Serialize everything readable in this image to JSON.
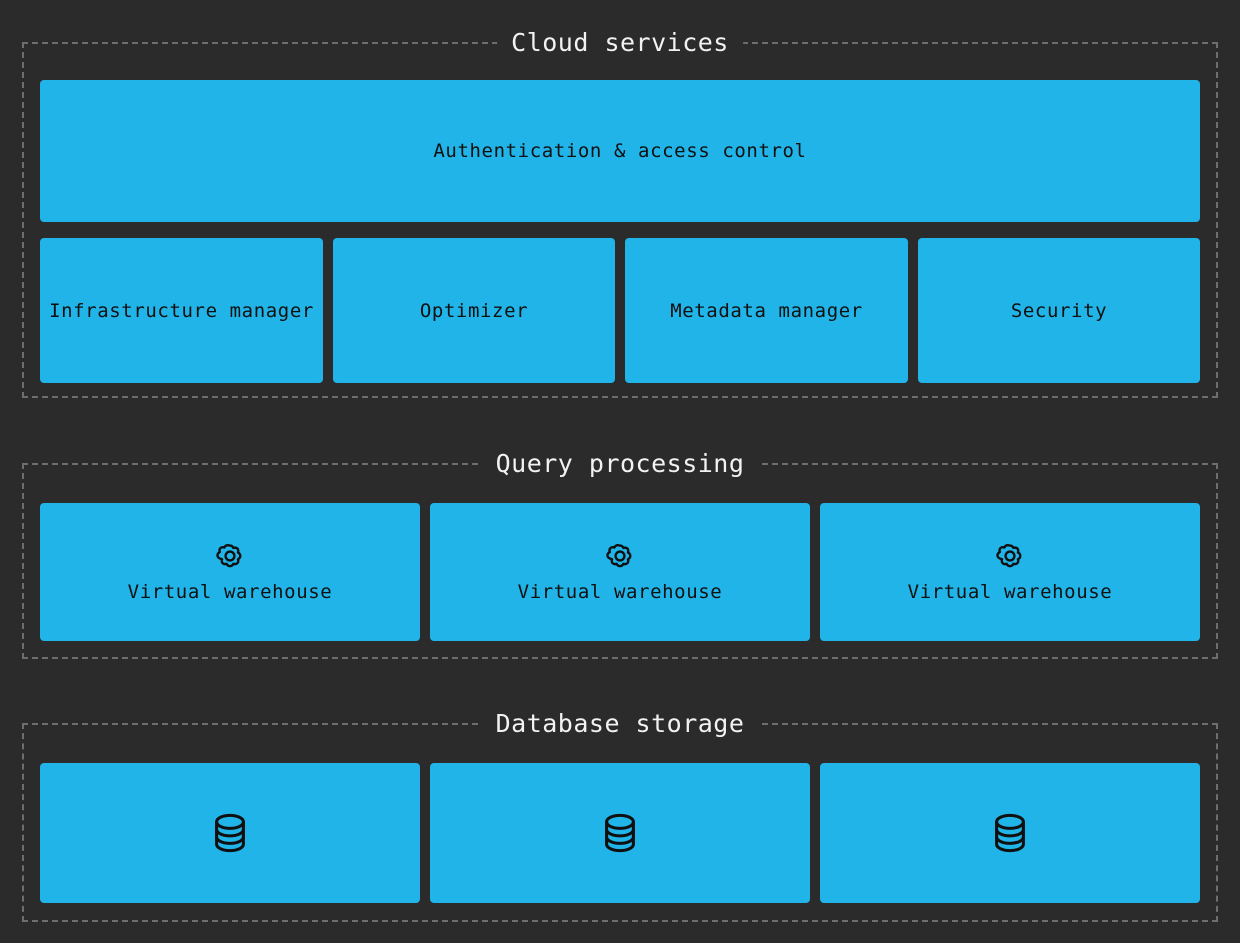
{
  "canvas": {
    "background_color": "#2b2b2b",
    "node_color": "#21b4e8",
    "border_color": "#6e6e6e",
    "title_color": "#f2f2f2",
    "label_color": "#101010"
  },
  "groups": [
    {
      "id": "cloud-services",
      "title": "Cloud services",
      "nodes": [
        {
          "id": "authentication-access-control",
          "label": "Authentication & access control",
          "icon": "none"
        },
        {
          "id": "infrastructure-manager",
          "label": "Infrastructure manager",
          "icon": "none"
        },
        {
          "id": "optimizer",
          "label": "Optimizer",
          "icon": "none"
        },
        {
          "id": "metadata-manager",
          "label": "Metadata manager",
          "icon": "none"
        },
        {
          "id": "security",
          "label": "Security",
          "icon": "none"
        }
      ]
    },
    {
      "id": "query-processing",
      "title": "Query processing",
      "nodes": [
        {
          "id": "virtual-warehouse-1",
          "label": "Virtual warehouse",
          "icon": "gear-icon"
        },
        {
          "id": "virtual-warehouse-2",
          "label": "Virtual warehouse",
          "icon": "gear-icon"
        },
        {
          "id": "virtual-warehouse-3",
          "label": "Virtual warehouse",
          "icon": "gear-icon"
        }
      ]
    },
    {
      "id": "database-storage",
      "title": "Database storage",
      "nodes": [
        {
          "id": "database-storage-1",
          "label": "",
          "icon": "database-icon"
        },
        {
          "id": "database-storage-2",
          "label": "",
          "icon": "database-icon"
        },
        {
          "id": "database-storage-3",
          "label": "",
          "icon": "database-icon"
        }
      ]
    }
  ]
}
